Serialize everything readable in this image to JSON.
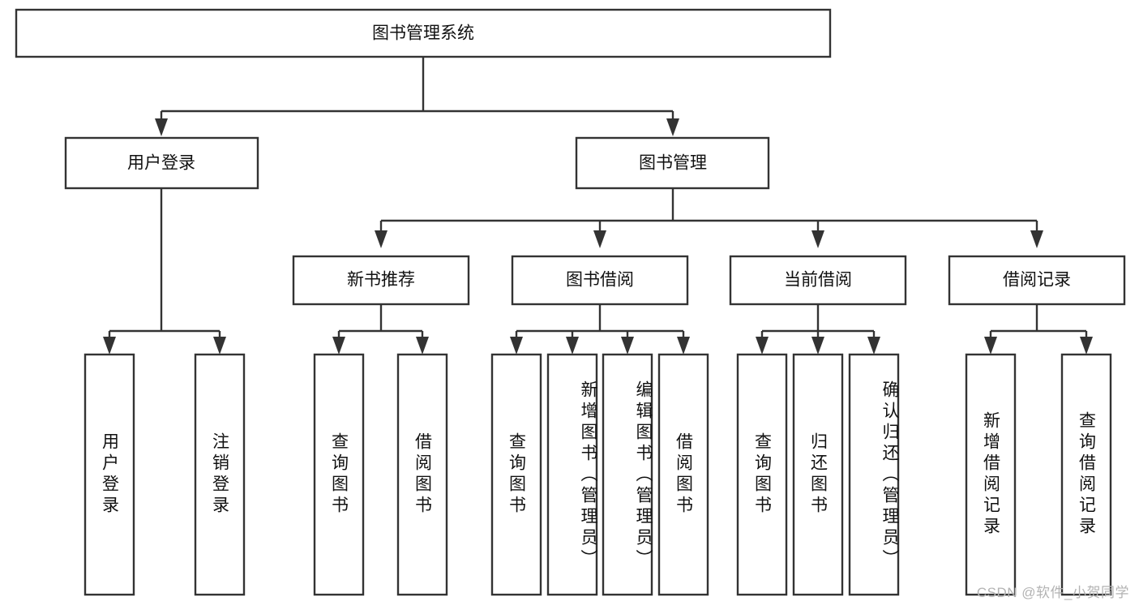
{
  "diagram": {
    "type": "tree",
    "title": "图书管理系统",
    "watermark": "CSDN @软件_小贺同学",
    "colors": {
      "stroke": "#333333",
      "fill": "#ffffff",
      "text": "#111111",
      "watermark": "#b3b3b3",
      "background": "#ffffff"
    },
    "root": {
      "label": "图书管理系统",
      "level": 0
    },
    "level2": [
      {
        "label": "用户登录"
      },
      {
        "label": "图书管理"
      }
    ],
    "level3": [
      {
        "label": "新书推荐"
      },
      {
        "label": "图书借阅"
      },
      {
        "label": "当前借阅"
      },
      {
        "label": "借阅记录"
      }
    ],
    "leaves": {
      "user_login": [
        {
          "label": "用户登录"
        },
        {
          "label": "注销登录"
        }
      ],
      "new_book": [
        {
          "label": "查询图书"
        },
        {
          "label": "借阅图书"
        }
      ],
      "book_borrow": [
        {
          "label": "查询图书"
        },
        {
          "label": "新增图书（管理员）"
        },
        {
          "label": "编辑图书（管理员）"
        },
        {
          "label": "借阅图书"
        }
      ],
      "current_borrow": [
        {
          "label": "查询图书"
        },
        {
          "label": "归还图书"
        },
        {
          "label": "确认归还（管理员）"
        }
      ],
      "borrow_record": [
        {
          "label": "新增借阅记录"
        },
        {
          "label": "查询借阅记录"
        }
      ]
    }
  }
}
